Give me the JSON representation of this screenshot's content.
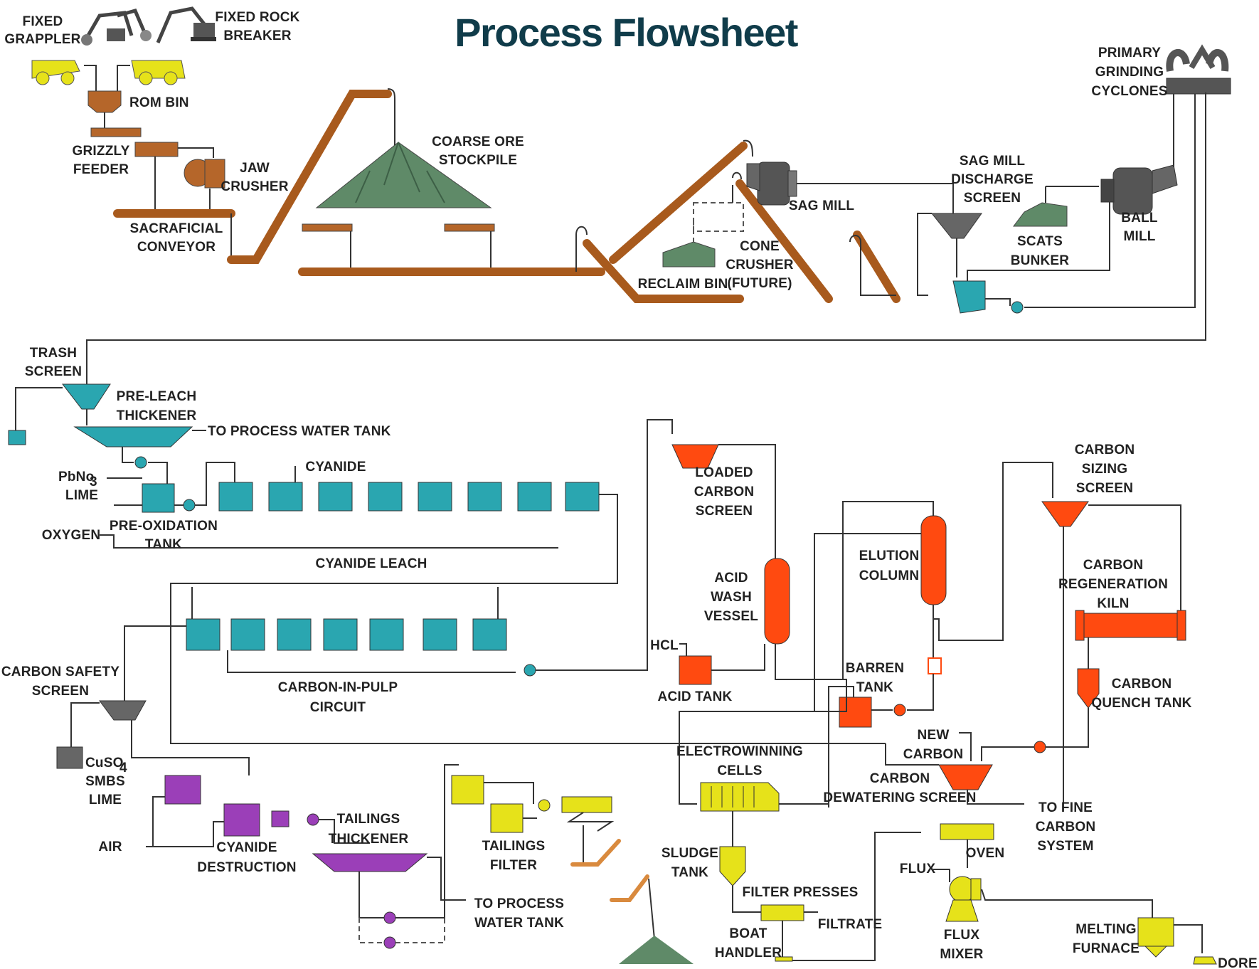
{
  "title": "Process Flowsheet",
  "colors": {
    "crushing": "#b5662a",
    "stockpile": "#5f8a68",
    "leach": "#2aa6b0",
    "elution": "#ff4a10",
    "detox": "#9b3fb8",
    "tailings_filter": "#e6e21a",
    "background": "#ffffff",
    "title": "#103c4a"
  },
  "labels": {
    "fixed_grappler": [
      "FIXED",
      "GRAPPLER"
    ],
    "fixed_rock_breaker": [
      "FIXED ROCK",
      "BREAKER"
    ],
    "rom_bin": [
      "ROM BIN"
    ],
    "grizzly_feeder": [
      "GRIZZLY",
      "FEEDER"
    ],
    "jaw_crusher": [
      "JAW",
      "CRUSHER"
    ],
    "sacrificial_conveyor": [
      "SACRAFICIAL",
      "CONVEYOR"
    ],
    "coarse_ore_stockpile": [
      "COARSE ORE",
      "STOCKPILE"
    ],
    "reclaim_bin": [
      "RECLAIM BIN"
    ],
    "cone_crusher": [
      "CONE",
      "CRUSHER",
      "(FUTURE)"
    ],
    "sag_mill": [
      "SAG MILL"
    ],
    "sag_mill_discharge_screen": [
      "SAG MILL",
      "DISCHARGE",
      "SCREEN"
    ],
    "scats_bunker": [
      "SCATS",
      "BUNKER"
    ],
    "ball_mill": [
      "BALL",
      "MILL"
    ],
    "primary_grinding_cyclones": [
      "PRIMARY",
      "GRINDING",
      "CYCLONES"
    ],
    "trash_screen": [
      "TRASH",
      "SCREEN"
    ],
    "pre_leach_thickener": [
      "PRE-LEACH",
      "THICKENER"
    ],
    "to_process_water_tank_1": [
      "TO PROCESS WATER TANK"
    ],
    "pbno3_lime": [
      "PbNo",
      "3",
      "LIME"
    ],
    "cyanide": [
      "CYANIDE"
    ],
    "oxygen": [
      "OXYGEN"
    ],
    "pre_oxidation_tank": [
      "PRE-OXIDATION",
      "TANK"
    ],
    "cyanide_leach": [
      "CYANIDE LEACH"
    ],
    "carbon_in_pulp_circuit": [
      "CARBON-IN-PULP",
      "CIRCUIT"
    ],
    "carbon_safety_screen": [
      "CARBON SAFETY",
      "SCREEN"
    ],
    "cuso4_smbs_lime": [
      "CuSO",
      "4",
      "SMBS",
      "LIME"
    ],
    "air": [
      "AIR"
    ],
    "cyanide_destruction": [
      "CYANIDE",
      "DESTRUCTION"
    ],
    "tailings_thickener": [
      "TAILINGS",
      "THICKENER"
    ],
    "to_process_water_tank_2": [
      "TO PROCESS",
      "WATER TANK"
    ],
    "tailings_filter": [
      "TAILINGS",
      "FILTER"
    ],
    "loaded_carbon_screen": [
      "LOADED",
      "CARBON",
      "SCREEN"
    ],
    "acid_wash_vessel": [
      "ACID",
      "WASH",
      "VESSEL"
    ],
    "hcl": [
      "HCL"
    ],
    "acid_tank": [
      "ACID TANK"
    ],
    "elution_column": [
      "ELUTION",
      "COLUMN"
    ],
    "barren_tank": [
      "BARREN",
      "TANK"
    ],
    "carbon_sizing_screen": [
      "CARBON",
      "SIZING",
      "SCREEN"
    ],
    "carbon_regeneration_kiln": [
      "CARBON",
      "REGENERATION",
      "KILN"
    ],
    "carbon_quench_tank": [
      "CARBON",
      "QUENCH TANK"
    ],
    "new_carbon": [
      "NEW",
      "CARBON"
    ],
    "carbon_dewatering_screen": [
      "CARBON",
      "DEWATERING SCREEN"
    ],
    "to_fine_carbon_system": [
      "TO FINE",
      "CARBON",
      "SYSTEM"
    ],
    "electrowinning_cells": [
      "ELECTROWINNING",
      "CELLS"
    ],
    "sludge_tank": [
      "SLUDGE",
      "TANK"
    ],
    "filter_presses": [
      "FILTER PRESSES"
    ],
    "filtrate": [
      "FILTRATE"
    ],
    "boat_handler": [
      "BOAT",
      "HANDLER"
    ],
    "oven": [
      "OVEN"
    ],
    "flux": [
      "FLUX"
    ],
    "flux_mixer": [
      "FLUX",
      "MIXER"
    ],
    "melting_furnace": [
      "MELTING",
      "FURNACE"
    ],
    "dore": [
      "DORE"
    ]
  }
}
